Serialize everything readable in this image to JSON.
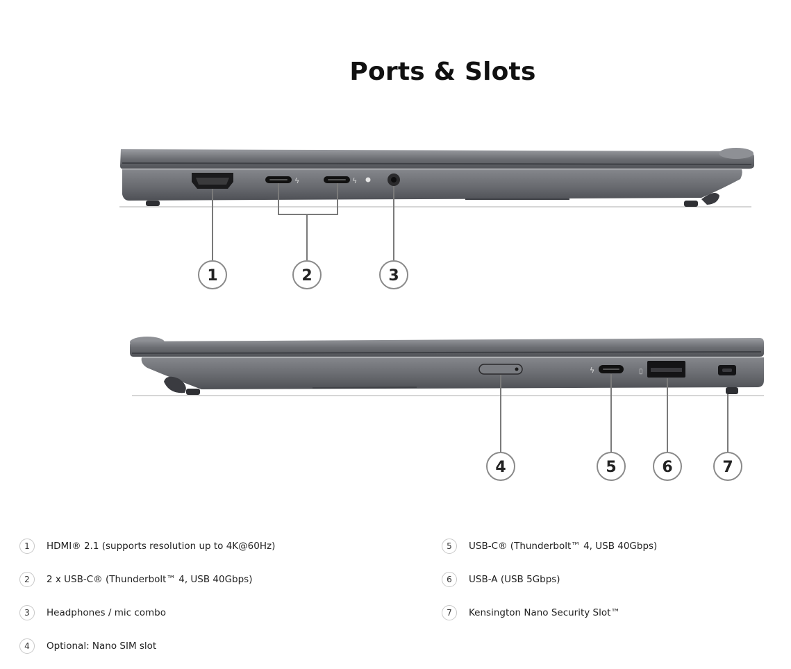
{
  "title": "Ports & Slots",
  "callouts": [
    "1",
    "2",
    "3",
    "4",
    "5",
    "6",
    "7"
  ],
  "legend": {
    "left": [
      {
        "num": "1",
        "label": "HDMI® 2.1 (supports resolution up to 4K@60Hz)"
      },
      {
        "num": "2",
        "label": "2 x USB-C® (Thunderbolt™ 4, USB 40Gbps)"
      },
      {
        "num": "3",
        "label": "Headphones / mic combo"
      },
      {
        "num": "4",
        "label": "Optional: Nano SIM slot"
      }
    ],
    "right": [
      {
        "num": "5",
        "label": "USB-C® (Thunderbolt™ 4, USB 40Gbps)"
      },
      {
        "num": "6",
        "label": "USB-A (USB 5Gbps)"
      },
      {
        "num": "7",
        "label": "Kensington Nano Security Slot™"
      }
    ]
  },
  "colors": {
    "chassis": "#6a6c72",
    "chassis_dark": "#4a4c51",
    "line": "#7a7a7a",
    "callout_ring": "#8a8a8a"
  }
}
